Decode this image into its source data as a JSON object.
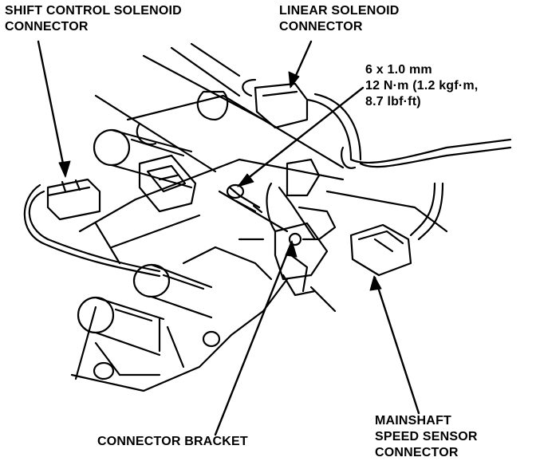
{
  "labels": {
    "shift_control": {
      "line1": "SHIFT CONTROL SOLENOID",
      "line2": "CONNECTOR"
    },
    "linear": {
      "line1": "LINEAR SOLENOID",
      "line2": "CONNECTOR"
    },
    "bolt_spec": {
      "line1": "6 x 1.0 mm",
      "line2": "12 N·m (1.2 kgf·m,",
      "line3": "8.7 lbf·ft)"
    },
    "connector_bracket": "CONNECTOR BRACKET",
    "mainshaft": {
      "line1": "MAINSHAFT",
      "line2": "SPEED SENSOR",
      "line3": "CONNECTOR"
    }
  },
  "colors": {
    "ink": "#000000",
    "paper": "#ffffff"
  }
}
